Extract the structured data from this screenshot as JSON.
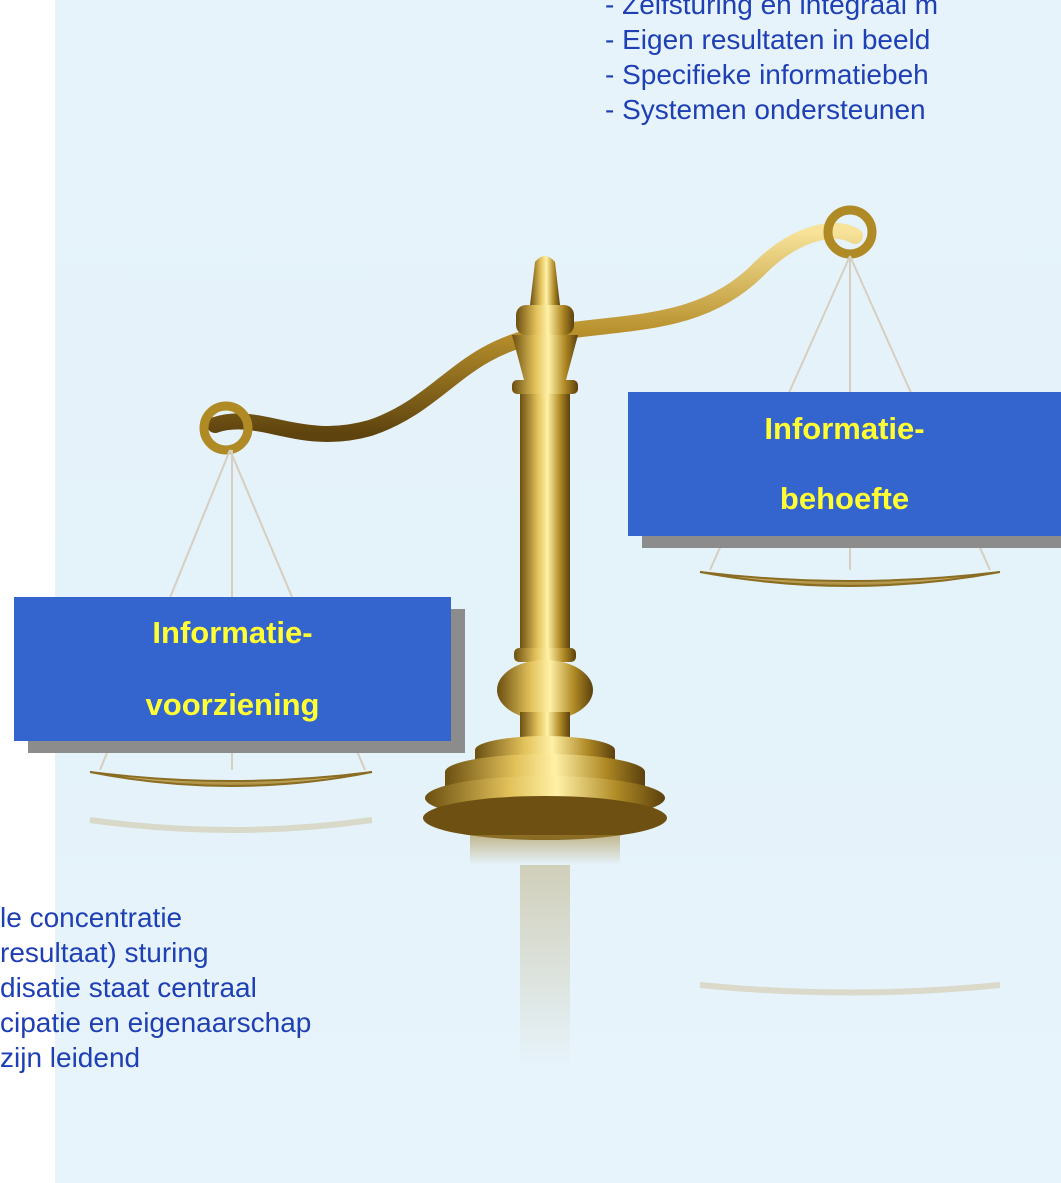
{
  "top_list": [
    "- Zelfsturing en integraal m",
    "- Eigen resultaten in beeld",
    "- Specifieke informatiebeh",
    "- Systemen ondersteunen"
  ],
  "bottom_list": [
    "le concentratie",
    "resultaat) sturing",
    "disatie staat centraal",
    "cipatie en eigenaarschap",
    "  zijn leidend"
  ],
  "right_box": {
    "line1": "Informatie-",
    "line2": "behoefte"
  },
  "left_box": {
    "line1": "Informatie-",
    "line2": "voorziening"
  },
  "colors": {
    "box": "#3464cd",
    "box_text": "#ffff33",
    "list_text": "#1f3fb4",
    "panel": "#e6f3fb",
    "gold": "#b8962e"
  }
}
